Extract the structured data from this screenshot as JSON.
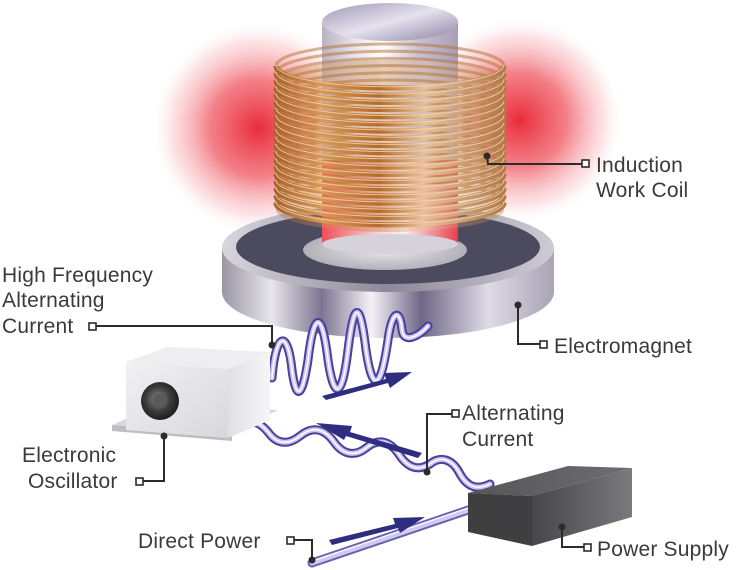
{
  "title": "Induction heating system diagram",
  "labels": {
    "induction_work_coil": [
      "Induction",
      "Work Coil"
    ],
    "high_frequency_ac": [
      "High Frequency",
      "Alternating",
      "Current"
    ],
    "electromagnet": [
      "Electromagnet"
    ],
    "electronic_oscillator": [
      "Electronic",
      "Oscillator"
    ],
    "alternating_current": [
      "Alternating",
      "Current"
    ],
    "direct_power": [
      "Direct Power"
    ],
    "power_supply": [
      "Power Supply"
    ]
  },
  "components": [
    {
      "name": "workpiece",
      "description": "metal cylinder inside coil"
    },
    {
      "name": "induction-work-coil",
      "description": "copper coil"
    },
    {
      "name": "electromagnet",
      "description": "disc base"
    },
    {
      "name": "electronic-oscillator",
      "description": "white box with dial"
    },
    {
      "name": "power-supply",
      "description": "dark grey box"
    }
  ],
  "colors": {
    "heat_glow": "#e8202f",
    "copper": "#c8843c",
    "wire": "#b9b4e6",
    "wire_outline": "#4a3f9a",
    "arrow": "#2e2d80",
    "leader": "#2b2b2b",
    "text": "#3a3a3a",
    "power_supply": "#5a5a5c",
    "electromagnet_top": "#4a4a5e"
  },
  "flow_arrows": [
    {
      "name": "flow-arrow-to-electromagnet",
      "direction": "right"
    },
    {
      "name": "flow-arrow-to-oscillator",
      "direction": "left"
    },
    {
      "name": "flow-arrow-to-power-supply",
      "direction": "right"
    }
  ]
}
